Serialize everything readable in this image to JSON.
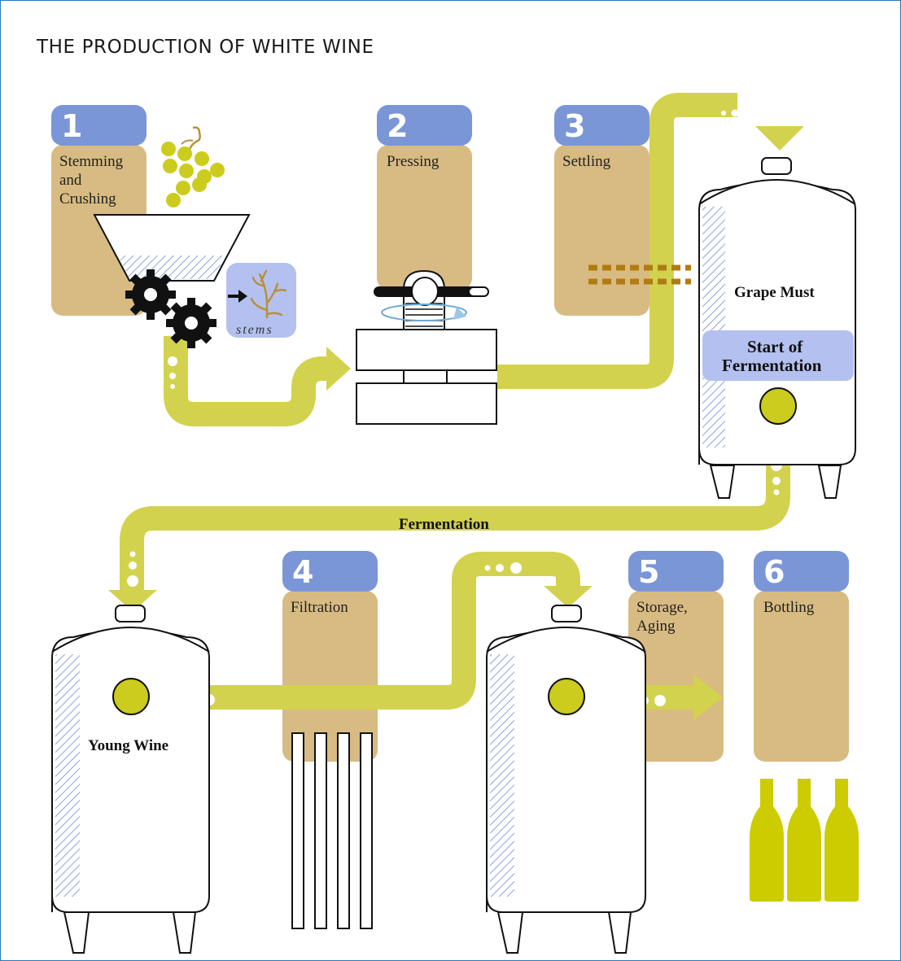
{
  "title": "THE PRODUCTION OF WHITE WINE",
  "steps": [
    {
      "number": "1",
      "label_lines": [
        "Stemming",
        "and",
        "Crushing"
      ]
    },
    {
      "number": "2",
      "label_lines": [
        "Pressing"
      ]
    },
    {
      "number": "3",
      "label_lines": [
        "Settling"
      ]
    },
    {
      "number": "4",
      "label_lines": [
        "Filtration"
      ]
    },
    {
      "number": "5",
      "label_lines": [
        "Storage,",
        "Aging"
      ]
    },
    {
      "number": "6",
      "label_lines": [
        "Bottling"
      ]
    }
  ],
  "labels": {
    "stems": "stems",
    "grape_must": "Grape Must",
    "start_of_fermentation": [
      "Start of",
      "Fermentation"
    ],
    "fermentation": "Fermentation",
    "young_wine": "Young Wine"
  },
  "colors": {
    "number_badge": "#7b96d6",
    "step_box": "#d8bb82",
    "flow_pipe": "#d2d24e",
    "grape": "#cccc1e",
    "bottle": "#cccc00",
    "stems_box": "#b4c1f0",
    "stem_branch": "#b8903a",
    "sediment": "#b07c12",
    "tank_hatch": "#6f8fd4",
    "fermentation_band": "#b4c1f0",
    "frame_border": "#2a78b4"
  },
  "icons": [
    "grape-cluster-icon",
    "gear-icon",
    "arrow-right-icon",
    "stem-branch-icon",
    "press-screw-icon",
    "bottle-icon"
  ]
}
